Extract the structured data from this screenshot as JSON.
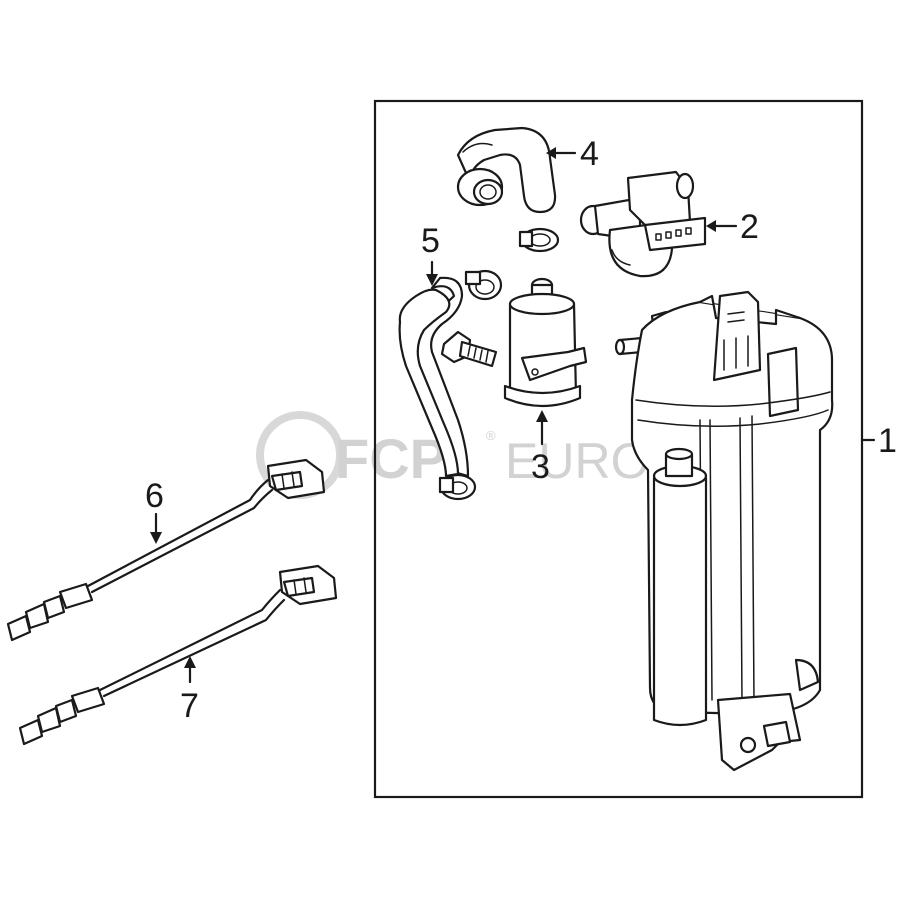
{
  "callouts": {
    "c1": "1",
    "c2": "2",
    "c3": "3",
    "c4": "4",
    "c5": "5",
    "c6": "6",
    "c7": "7"
  },
  "watermark": {
    "brand": "FCP",
    "suffix": "EURO",
    "mark": "®"
  },
  "colors": {
    "line": "#1a1a1a",
    "watermark": "#d2d2d2",
    "background": "#ffffff"
  }
}
